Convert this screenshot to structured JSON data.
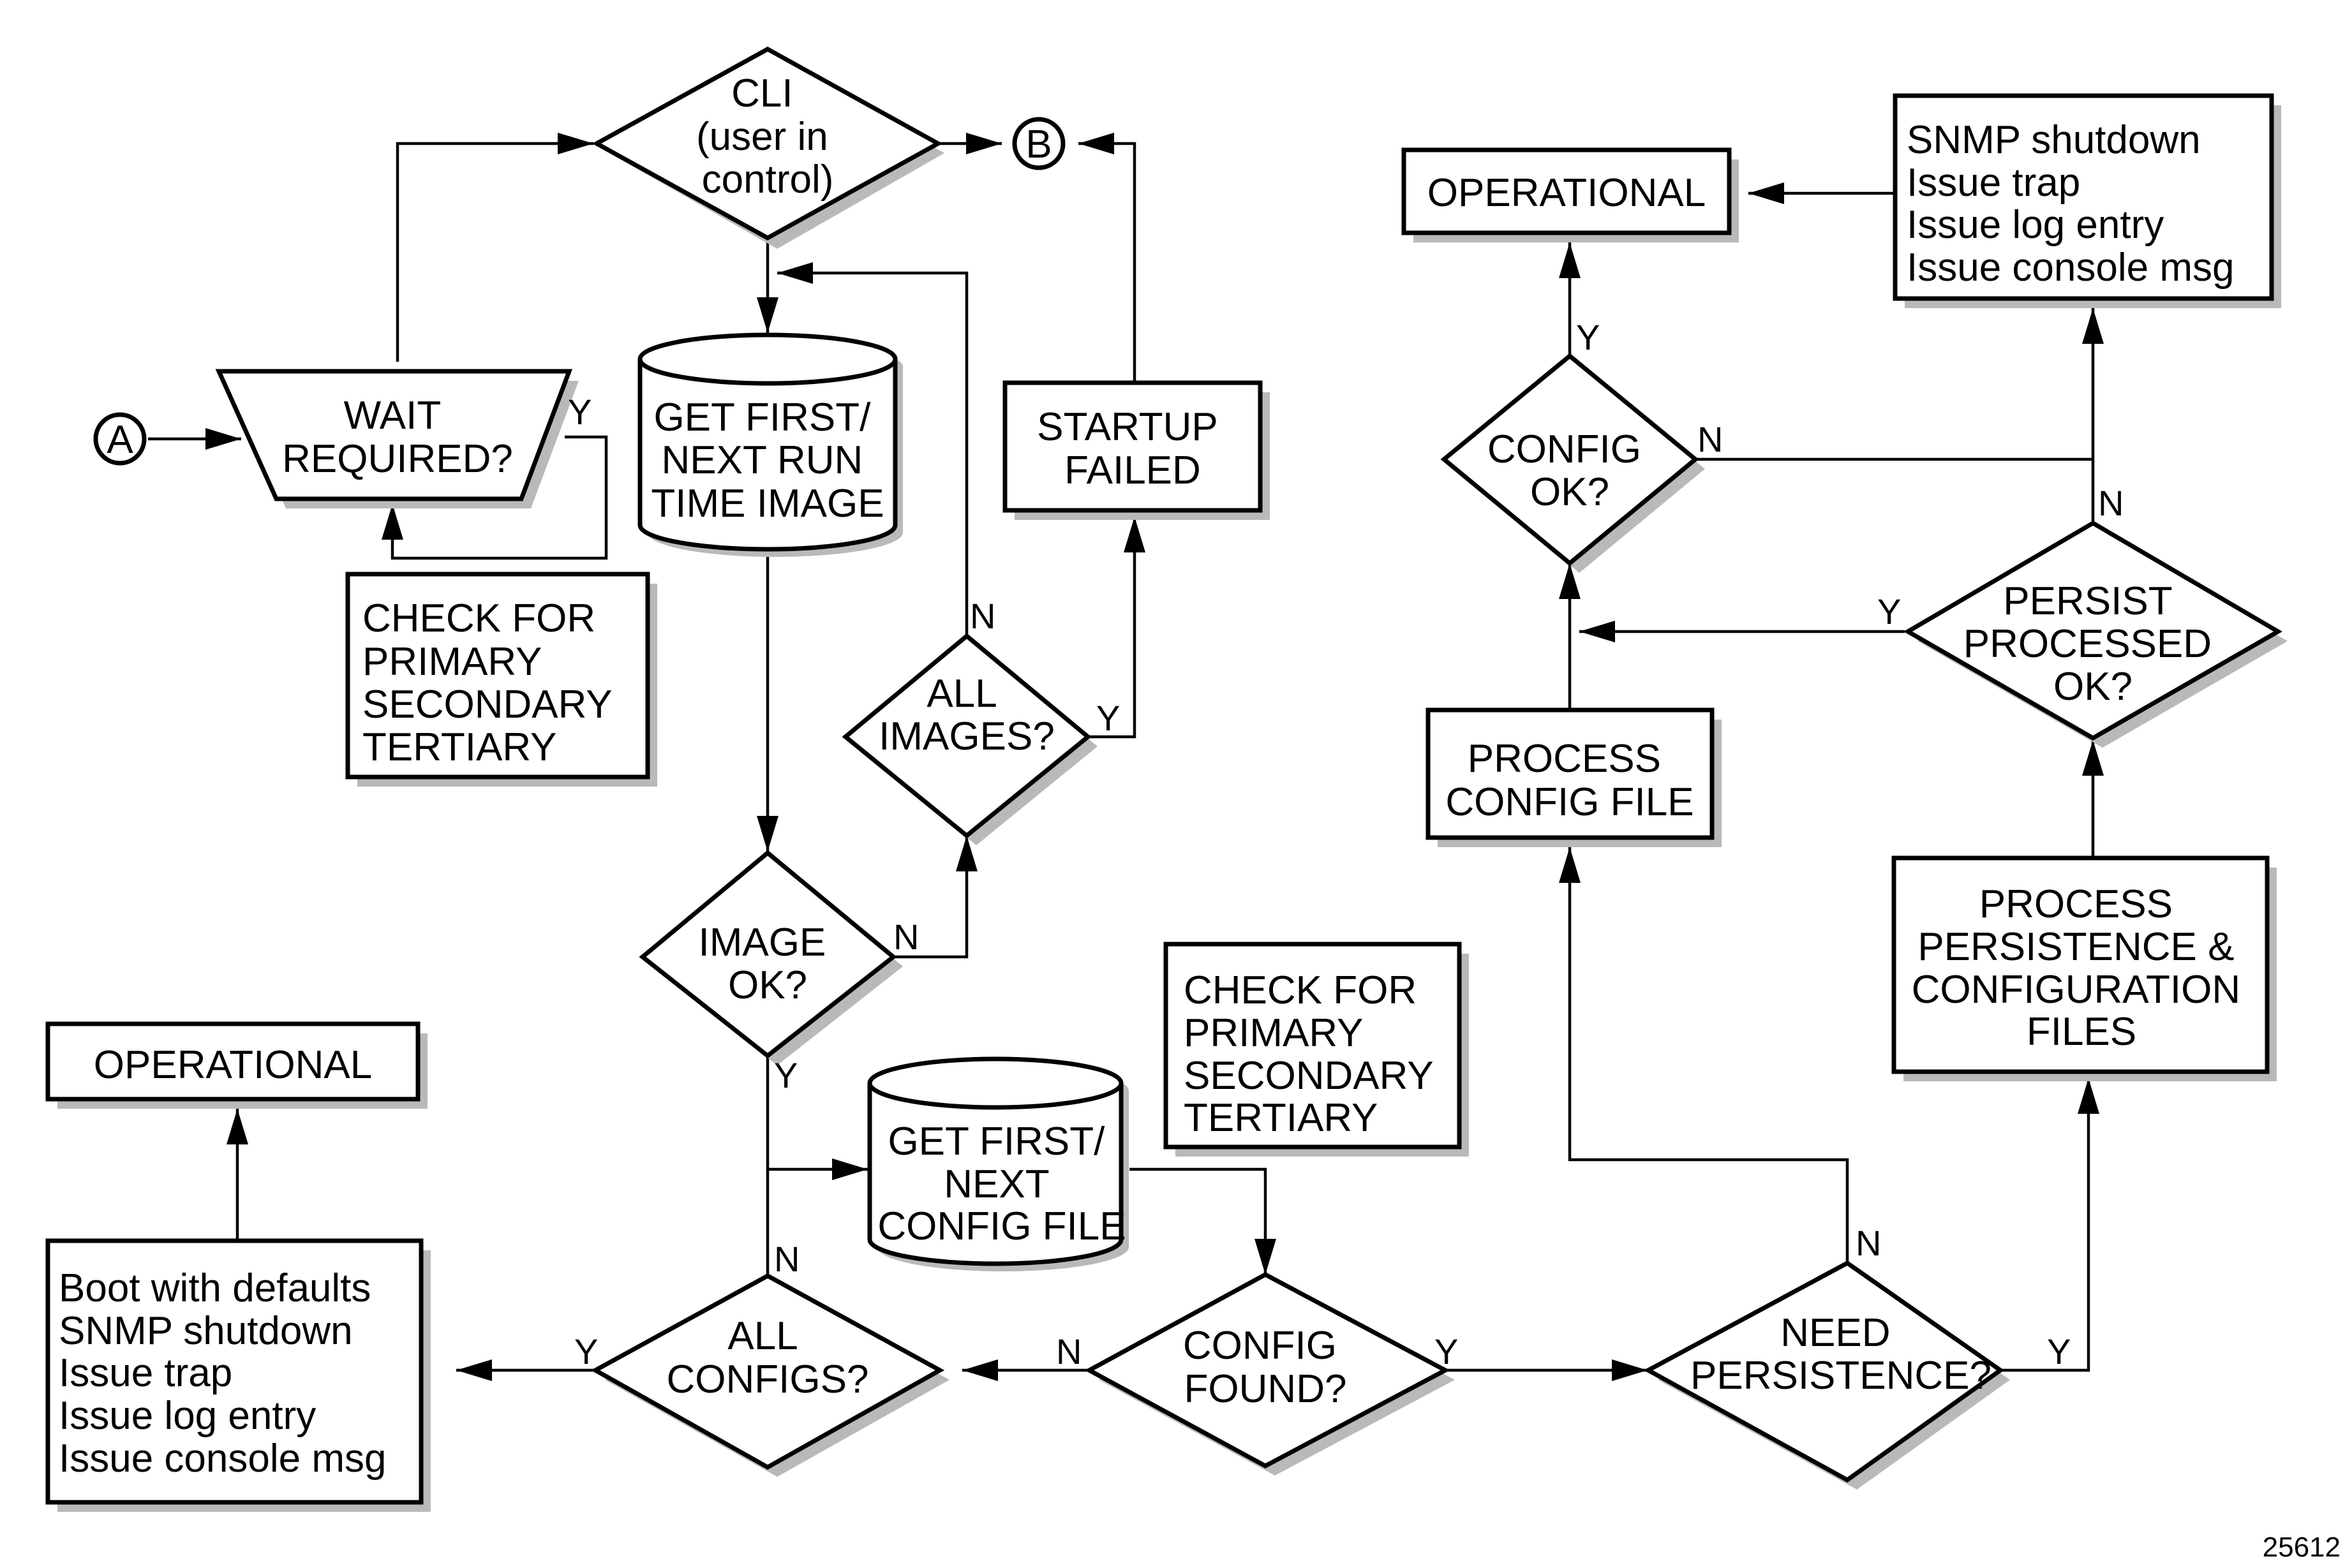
{
  "nodes": {
    "connector_a": "A",
    "connector_b": "B",
    "cli": [
      "CLI",
      "(user in",
      "control)"
    ],
    "wait_required": [
      "WAIT",
      "REQUIRED?"
    ],
    "check_images": [
      "CHECK FOR",
      "PRIMARY",
      "SECONDARY",
      "TERTIARY"
    ],
    "get_image": [
      "GET FIRST/",
      "NEXT RUN",
      "TIME IMAGE"
    ],
    "startup_failed": [
      "STARTUP",
      "FAILED"
    ],
    "all_images": [
      "ALL",
      "IMAGES?"
    ],
    "image_ok": [
      "IMAGE",
      "OK?"
    ],
    "operational_left": "OPERATIONAL",
    "boot_defaults": [
      "Boot with defaults",
      "SNMP shutdown",
      "Issue trap",
      "Issue log entry",
      "Issue console msg"
    ],
    "all_configs": [
      "ALL",
      "CONFIGS?"
    ],
    "get_config": [
      "GET FIRST/",
      "NEXT",
      "CONFIG FILE"
    ],
    "check_configs": [
      "CHECK FOR",
      "PRIMARY",
      "SECONDARY",
      "TERTIARY"
    ],
    "config_found": [
      "CONFIG",
      "FOUND?"
    ],
    "need_persistence": [
      "NEED",
      "PERSISTENCE?"
    ],
    "operational_right": "OPERATIONAL",
    "snmp_box": [
      "SNMP shutdown",
      "Issue trap",
      "Issue log entry",
      "Issue console msg"
    ],
    "config_ok": [
      "CONFIG",
      "OK?"
    ],
    "persist_processed": [
      "PERSIST",
      "PROCESSED",
      "OK?"
    ],
    "process_config": [
      "PROCESS",
      "CONFIG FILE"
    ],
    "process_persistence": [
      "PROCESS",
      "PERSISTENCE &",
      "CONFIGURATION",
      "FILES"
    ]
  },
  "edge_labels": {
    "wait_y": "Y",
    "all_images_n": "N",
    "all_images_y": "Y",
    "image_ok_n": "N",
    "image_ok_y": "Y",
    "all_configs_n": "N",
    "all_configs_y": "Y",
    "config_found_n": "N",
    "config_found_y": "Y",
    "need_persistence_n": "N",
    "need_persistence_y": "Y",
    "config_ok_y": "Y",
    "config_ok_n": "N",
    "persist_y": "Y",
    "persist_n": "N"
  },
  "figure_number": "25612"
}
